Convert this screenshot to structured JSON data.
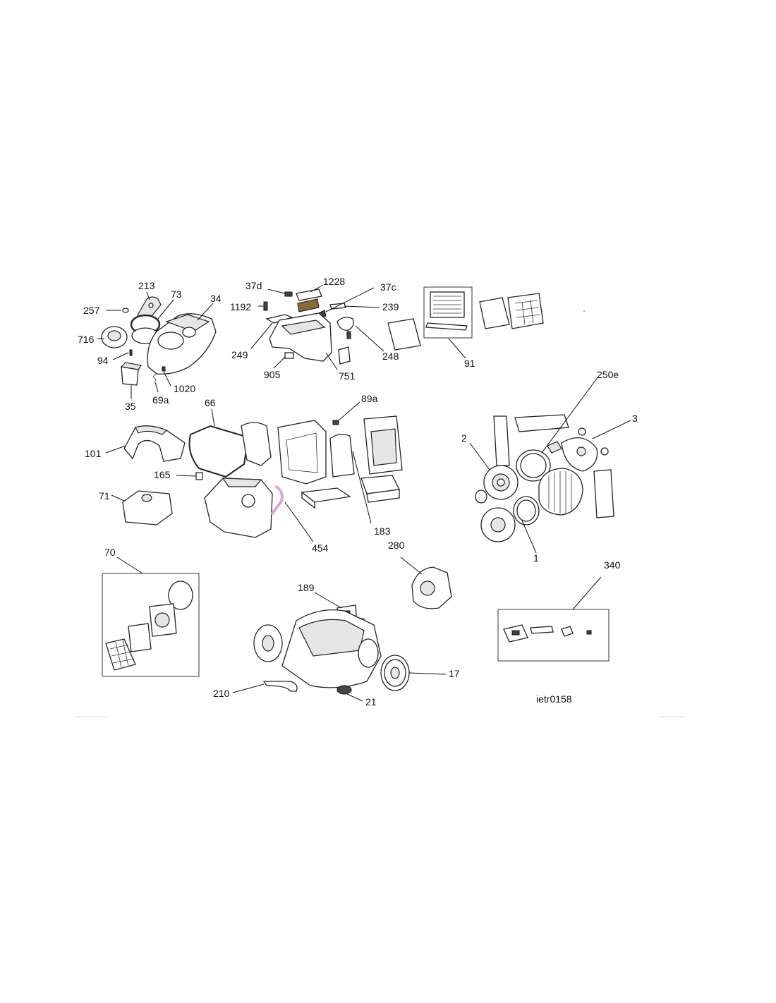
{
  "diagram": {
    "code": "ietr0158",
    "labels": {
      "p257": "257",
      "p213": "213",
      "p73": "73",
      "p34": "34",
      "p716": "716",
      "p94": "94",
      "p1020": "1020",
      "p35": "35",
      "p69a": "69a",
      "p37d": "37d",
      "p1228": "1228",
      "p37c": "37c",
      "p1192": "1192",
      "p239": "239",
      "p249": "249",
      "p248": "248",
      "p905": "905",
      "p751": "751",
      "p91": "91",
      "p250e": "250e",
      "p3": "3",
      "p2": "2",
      "p1": "1",
      "p66": "66",
      "p89a": "89a",
      "p101": "101",
      "p165": "165",
      "p71": "71",
      "p454": "454",
      "p183": "183",
      "p280": "280",
      "p70": "70",
      "p340": "340",
      "p189": "189",
      "p17": "17",
      "p210": "210",
      "p21": "21"
    },
    "colors": {
      "highlight": "#d8a8d8",
      "ink": "#111111"
    }
  }
}
